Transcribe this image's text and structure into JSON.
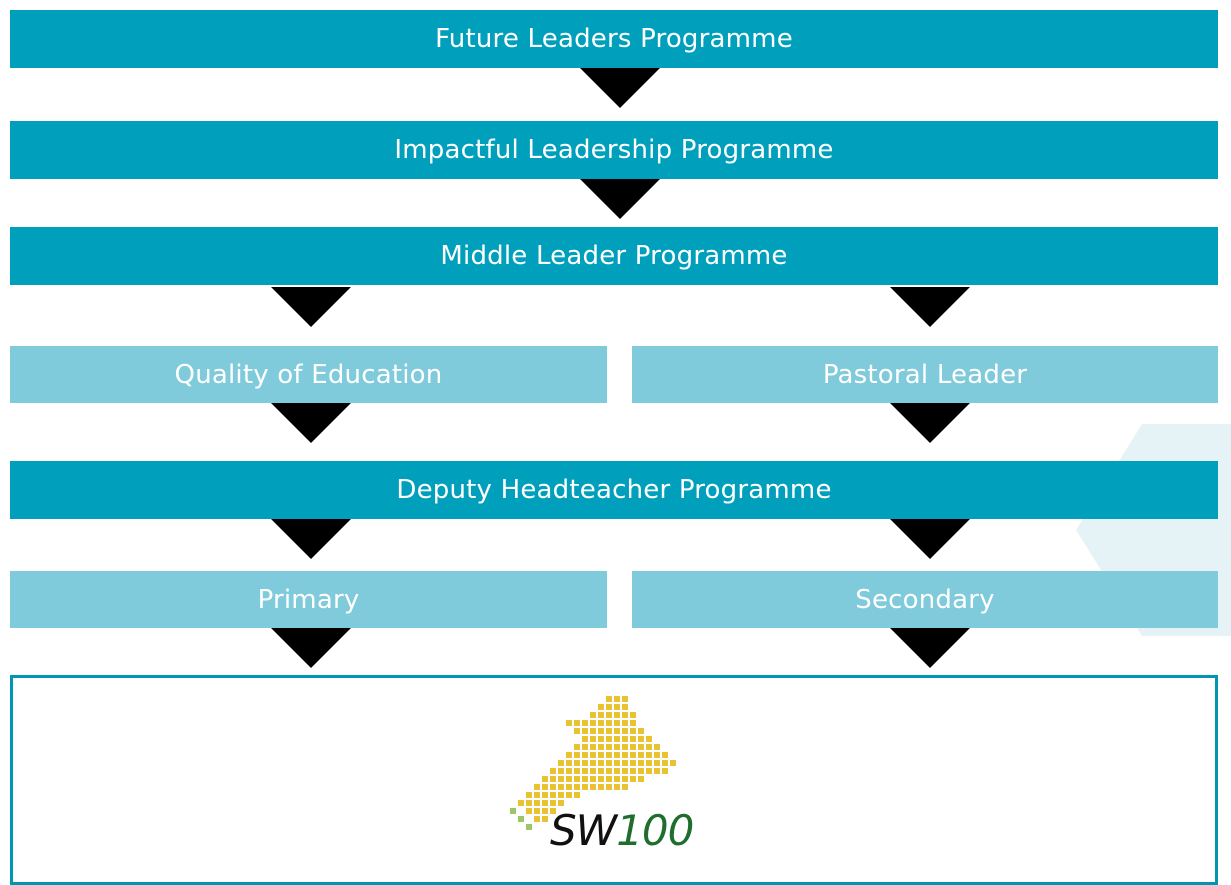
{
  "diagram": {
    "level1": "Future Leaders Programme",
    "level2": "Impactful Leadership Programme",
    "level3": "Middle Leader Programme",
    "level4_left": "Quality of Education",
    "level4_right": "Pastoral Leader",
    "level5": "Deputy Headteacher Programme",
    "level6_left": "Primary",
    "level6_right": "Secondary"
  },
  "logo": {
    "prefix": "SW",
    "number": "100"
  },
  "colors": {
    "dark_bar": "#00a0bd",
    "light_bar": "#7fcadb",
    "arrow": "#000000",
    "logo_yellow": "#e8c230",
    "logo_green": "#1f6e2d"
  }
}
